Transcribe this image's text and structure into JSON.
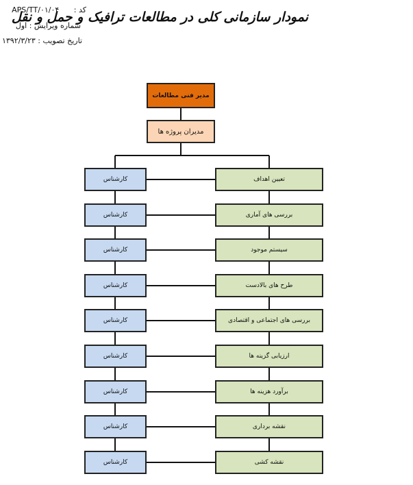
{
  "header": {
    "code_label": "کد :",
    "code_value": "APS/TT/۰۱/۰۴",
    "revision_label": "شماره ویرایش :",
    "revision_value": "اول",
    "approval_label": "تاریخ تصویب :",
    "approval_value": "۱۳۹۲/۳/۲۳"
  },
  "title": "نمودار سازمانی کلی در مطالعات ترافیک و حمل و نقل",
  "colors": {
    "top": "#e36c0a",
    "managers": "#fbd5b5",
    "tasks": "#d7e4bd",
    "experts": "#c6d9f1"
  },
  "chart": {
    "top": "مدیر فنی مطالعات",
    "managers": "مدیران پروژه ها",
    "tasks": [
      "تعیین اهداف",
      "بررسی های آماری",
      "سیستم موجود",
      "طرح های بالادست",
      "بررسی های اجتماعی و اقتصادی",
      "ارزیابی گزینه ها",
      "برآورد هزینه ها",
      "نقشه برداری",
      "نقشه کشی"
    ],
    "expert": "کارشناس"
  }
}
